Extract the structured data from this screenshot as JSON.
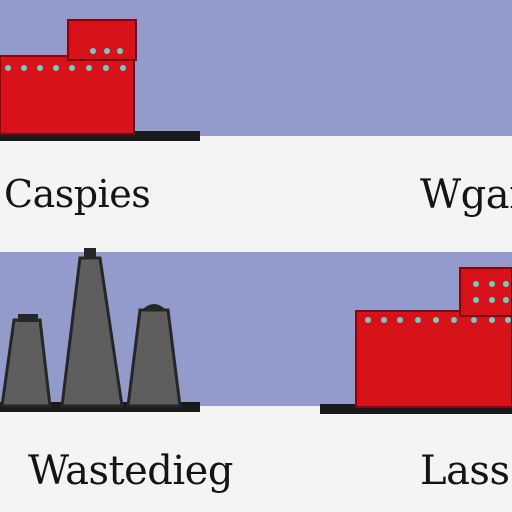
{
  "captions": {
    "top_left": "Caspies",
    "top_right": "Wgar",
    "bottom_left": "Wastedieg",
    "bottom_right": "Lass"
  },
  "colors": {
    "sky": "#939bcc",
    "ground": "#f4f4f4",
    "factory": "#d8121b",
    "factory_dark": "#9b0c12",
    "window": "#71cbc3",
    "tower": "#5e5e5e",
    "tower_dark": "#262626",
    "text": "#141414"
  },
  "icons": [
    "factory-icon",
    "cooling-tower-icon"
  ]
}
